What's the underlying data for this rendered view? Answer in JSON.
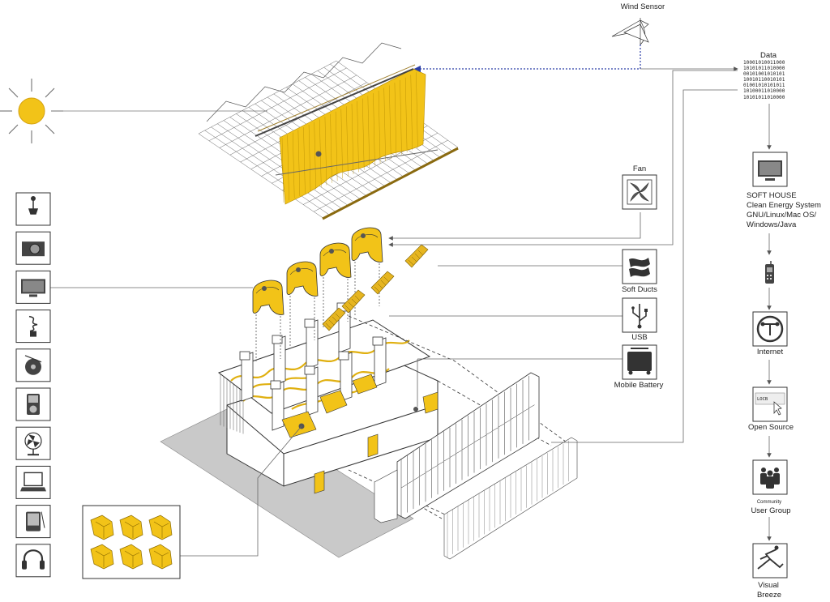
{
  "labels": {
    "wind_sensor": "Wind Sensor",
    "data": "Data",
    "fan": "Fan",
    "soft_ducts": "Soft Ducts",
    "usb": "USB",
    "mobile_battery": "Mobile Battery",
    "internet": "Internet",
    "open_source": "Open Source",
    "community": "Community",
    "user_group": "User Group",
    "visual_breeze_1": "Visual",
    "visual_breeze_2": "Breeze",
    "screen_text": "LOCB"
  },
  "binary_lines": [
    "10001010011000",
    "10101011010000",
    "00101001010101",
    "10010110010101",
    "01001010101011",
    "10100011010000",
    "10101011010000"
  ],
  "soft_house_lines": [
    "SOFT HOUSE",
    "Clean Energy System",
    "GNU/Linux/Mac OS/",
    "Windows/Java"
  ],
  "device_icons": [
    "lamp-icon",
    "camera-icon",
    "monitor-icon",
    "cfl-bulb-icon",
    "turntable-icon",
    "ipod-icon",
    "desk-fan-icon",
    "laptop-icon",
    "pda-icon",
    "headphones-icon"
  ],
  "colors": {
    "accent": "#f2c318",
    "line": "#555555",
    "dotted": "#2b3ea8",
    "ground": "#c8c8c8"
  }
}
